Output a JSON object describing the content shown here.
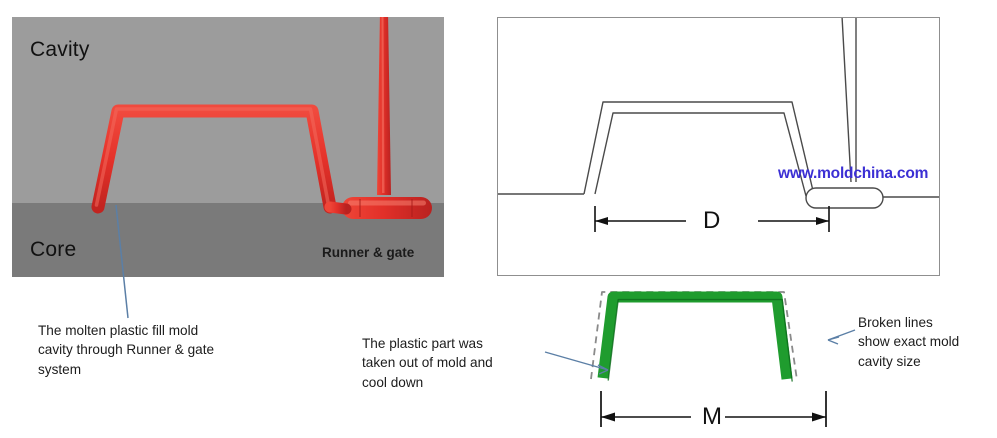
{
  "left_panel": {
    "cavity_label": "Cavity",
    "core_label": "Core",
    "runner_gate_label": "Runner & gate",
    "colors": {
      "cavity_fill": "#9c9c9c",
      "core_fill": "#7a7a7a",
      "plastic_red": "#e8352b",
      "plastic_red_dark": "#b5201a",
      "leader_blue": "#5b7fa6"
    }
  },
  "right_panel": {
    "watermark": "www.moldchina.com",
    "dimension_d": "D",
    "dimension_m": "M",
    "colors": {
      "frame_stroke": "#8f8f8f",
      "outline_stroke": "#4a4a4a",
      "part_green": "#1f9c2e",
      "part_green_dark": "#0d6b1c",
      "broken_line": "#8a8a8a",
      "watermark_blue": "#3b2fd4"
    }
  },
  "captions": {
    "molten": "The molten plastic fill mold\ncavity through Runner & gate\nsystem",
    "part": "The plastic part was\ntaken out of mold and\ncool down",
    "broken": "Broken lines\nshow exact mold\ncavity size"
  }
}
